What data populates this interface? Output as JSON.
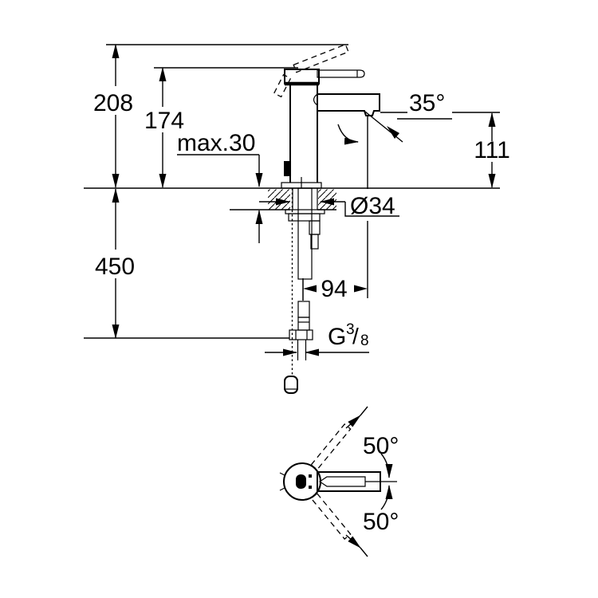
{
  "drawing": {
    "type": "technical-dimension-drawing",
    "subject": "single-lever basin mixer faucet, side section view and top view",
    "background_color": "#ffffff",
    "ink_color": "#000000",
    "labels": {
      "height_overall": "208",
      "height_body": "174",
      "deck_thickness": "max.30",
      "spout_angle": "35°",
      "outlet_height": "111",
      "hole_diameter": "Ø34",
      "hose_length": "450",
      "spout_reach": "94",
      "thread_letter": "G",
      "thread_numerator": "3",
      "thread_slash": "/",
      "thread_denominator": "8",
      "swivel_upper": "50°",
      "swivel_lower": "50°"
    }
  }
}
